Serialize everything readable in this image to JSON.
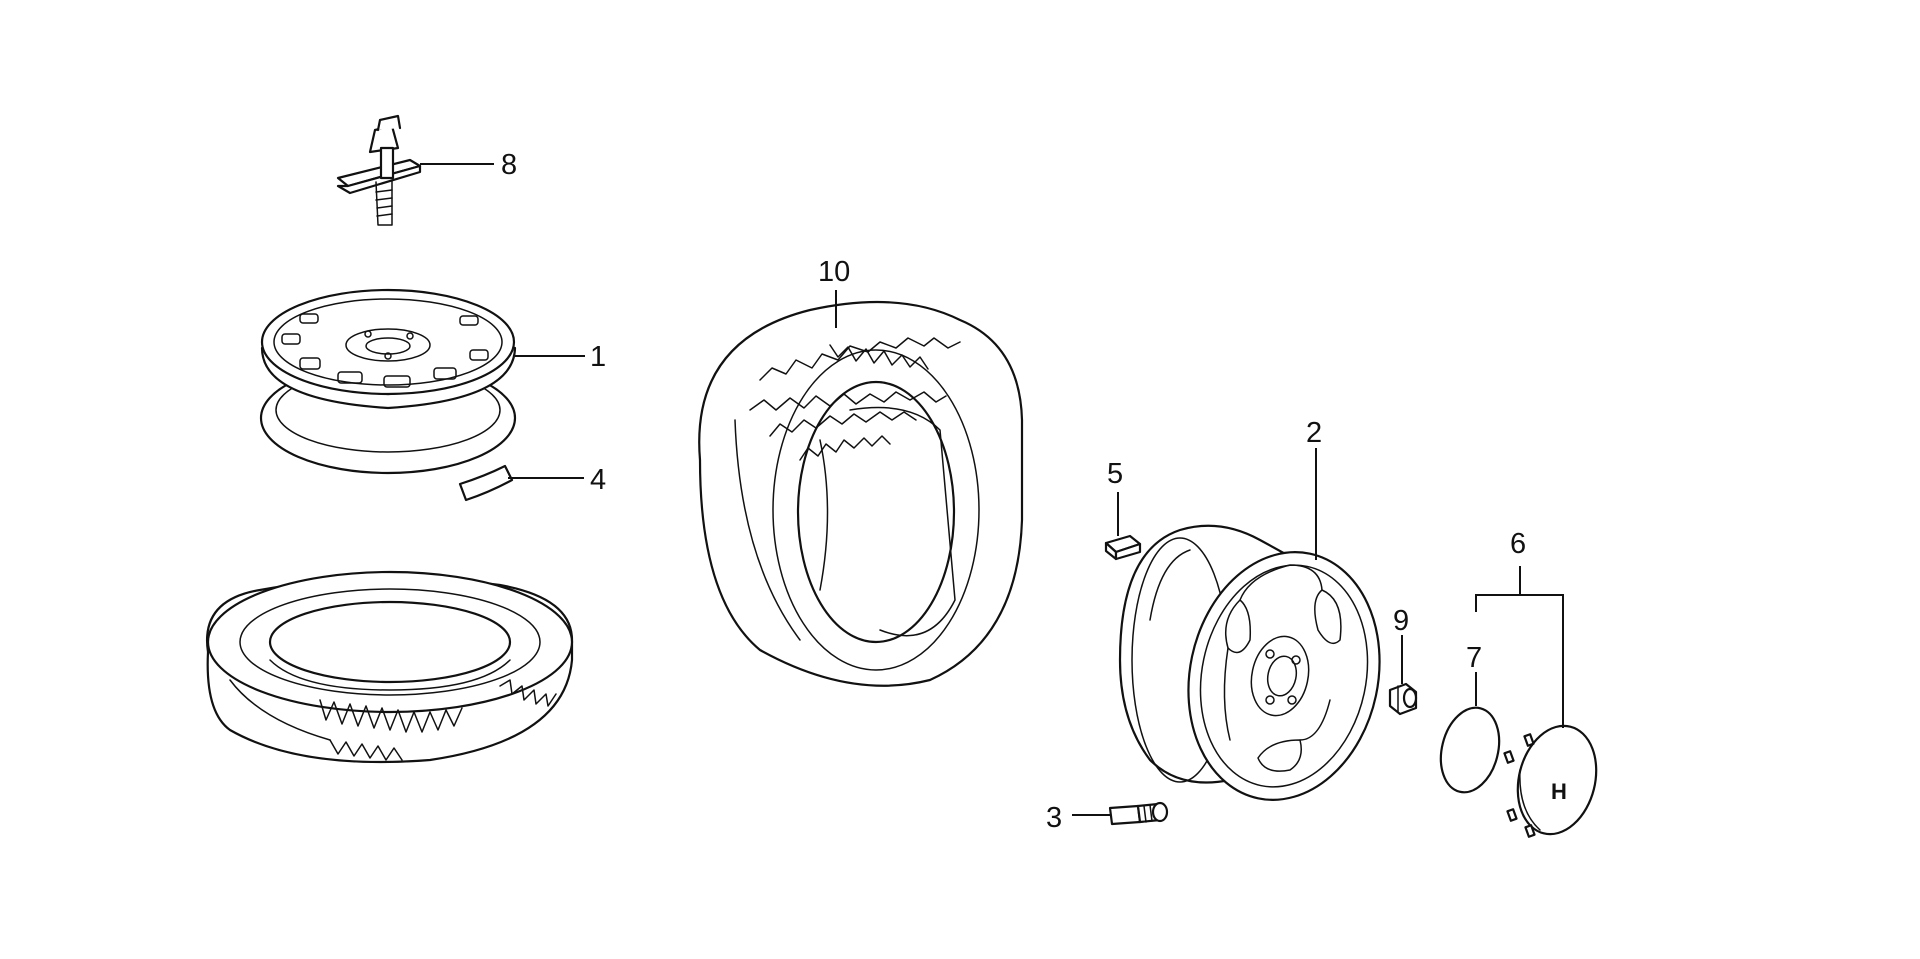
{
  "callouts": {
    "c1": "1",
    "c2": "2",
    "c3": "3",
    "c4": "4",
    "c5": "5",
    "c6": "6",
    "c7": "7",
    "c8": "8",
    "c9": "9",
    "c10": "10"
  },
  "emblem_letter": "H"
}
